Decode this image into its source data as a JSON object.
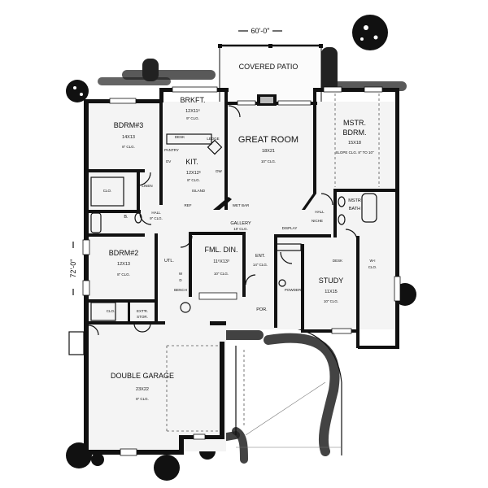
{
  "plan": {
    "overall_width": "60'-0\"",
    "overall_depth": "72'-0\"",
    "rooms": {
      "covered_patio": {
        "name": "COVERED PATIO"
      },
      "brkft": {
        "name": "BRKFT.",
        "size": "12X11⁶",
        "ceiling": "9\" CLG."
      },
      "bdrm3": {
        "name": "BDRM#3",
        "size": "14X13",
        "ceiling": "8\" CLG."
      },
      "kit": {
        "name": "KIT.",
        "size": "12X12⁶",
        "ceiling": "8\" CLG."
      },
      "great_room": {
        "name": "GREAT ROOM",
        "size": "18X21",
        "ceiling": "10\" CLG."
      },
      "mstr_bdrm": {
        "name1": "MSTR.",
        "name2": "BDRM.",
        "size": "15X18",
        "ceiling": "SLOPE CLG. 8\" TO 10\""
      },
      "mstr_bath": {
        "name1": "MSTR",
        "name2": "BATH"
      },
      "bdrm2": {
        "name": "BDRM#2",
        "size": "12X13",
        "ceiling": "8\" CLG."
      },
      "fml_din": {
        "name": "FML. DIN.",
        "size": "11⁶X13³",
        "ceiling": "10\" CLG."
      },
      "study": {
        "name": "STUDY",
        "size": "11X15",
        "ceiling": "10\" CLG."
      },
      "garage": {
        "name": "DOUBLE GARAGE",
        "size": "23X22",
        "ceiling": "8\" CLG."
      },
      "gallery": {
        "name": "GALLERY",
        "ceiling": "10' CLG."
      },
      "ent": {
        "name": "ENT.",
        "ceiling": "14\" CLG."
      },
      "por": {
        "name": "POR."
      },
      "utl": {
        "name": "UTL."
      },
      "hall_left": {
        "name": "HALL",
        "ceiling": "9\" CLG."
      },
      "hall_right": {
        "name": "HALL"
      },
      "bath_b": {
        "name": "B."
      },
      "wic": {
        "name": "W-I",
        "sub": "CLO."
      }
    },
    "small_labels": {
      "desk_kit": "DESK",
      "pantry": "PANTRY",
      "ov": "OV",
      "ledge": "LEDGE",
      "dw": "DW",
      "ref": "REF",
      "island": "ISLAND",
      "linen": "LINEN",
      "clo_bdrm3": "CLO.",
      "clo_bdrm2": "CLO.",
      "extr_stor": "EXT'R.",
      "extr_stor2": "STOR.",
      "wet_bar": "WET BAR",
      "niche": "NICHE",
      "display": "DISPLAY",
      "desk_study": "DESK",
      "powder": "POWDER",
      "w": "W",
      "d": "D",
      "bench": "BENCH"
    }
  }
}
